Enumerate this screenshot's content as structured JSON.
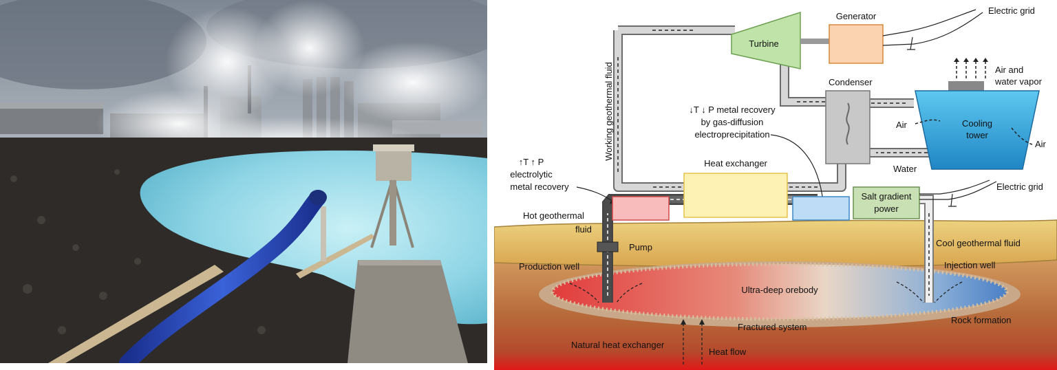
{
  "labels": {
    "electric_grid_top": "Electric grid",
    "generator": "Generator",
    "turbine": "Turbine",
    "working_fluid": "Working geothermal fluid",
    "air_vapor_1": "Air and",
    "air_vapor_2": "water vapor",
    "condenser": "Condenser",
    "low_tp_1": "↓T ↓ P metal recovery",
    "low_tp_2": "by gas-diffusion",
    "low_tp_3": "electroprecipitation",
    "air_left": "Air",
    "air_right": "Air",
    "cooling_1": "Cooling",
    "cooling_2": "tower",
    "water": "Water",
    "high_tp_1": "↑T ↑ P",
    "high_tp_2": "electrolytic",
    "high_tp_3": "metal recovery",
    "heat_exchanger": "Heat exchanger",
    "electric_grid_mid": "Electric grid",
    "salt_1": "Salt gradient",
    "salt_2": "power",
    "hot_fluid_1": "Hot geothermal",
    "hot_fluid_2": "fluid",
    "pump": "Pump",
    "cool_fluid": "Cool geothermal fluid",
    "production_well": "Production well",
    "injection_well": "Injection well",
    "orebody": "Ultra-deep orebody",
    "rock_formation": "Rock formation",
    "fractured": "Fractured system",
    "natural_hx": "Natural heat exchanger",
    "heat_flow": "Heat flow"
  },
  "colors": {
    "turbine": "#bfe3a8",
    "generator": "#fbd3b0",
    "cooling_top": "#5ec8f0",
    "cooling_bottom": "#1f86c4",
    "heat_exchanger": "#fdf2b4",
    "hot_box": "#f8bcbc",
    "cold_box": "#bedcf6",
    "salt_box": "#c8e0b4",
    "ground_surface": "#e8c26a",
    "ground_deep": "#b86a3c",
    "lava_bottom": "#e01818",
    "orebody_hot": "#e03c3c",
    "orebody_cold": "#5a8ed0"
  }
}
